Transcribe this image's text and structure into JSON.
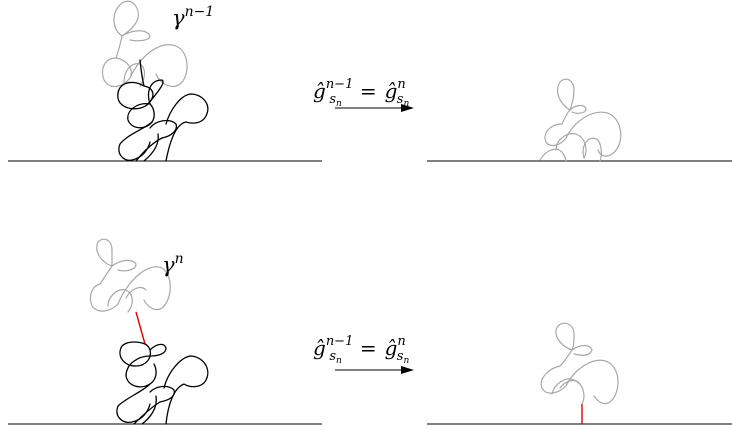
{
  "panels": [
    {
      "curve_label": {
        "base": "γ",
        "sup": "n−1"
      },
      "map_label": {
        "lhs_base": "ĝ",
        "lhs_sup": "n−1",
        "lhs_sub": "s",
        "lhs_subsub": "n",
        "eq": "=",
        "rhs_base": "ĝ",
        "rhs_sup": "n",
        "rhs_sub": "s",
        "rhs_subsub": "n"
      }
    },
    {
      "curve_label": {
        "base": "γ",
        "sup": "n"
      },
      "map_label": {
        "lhs_base": "ĝ",
        "lhs_sup": "n−1",
        "lhs_sub": "s",
        "lhs_subsub": "n",
        "eq": "=",
        "rhs_base": "ĝ",
        "rhs_sup": "n",
        "rhs_sub": "s",
        "rhs_subsub": "n"
      }
    }
  ],
  "colors": {
    "fixed_curve": "#000000",
    "moving_curve": "#a8a8a8",
    "highlight": "#e00000"
  }
}
